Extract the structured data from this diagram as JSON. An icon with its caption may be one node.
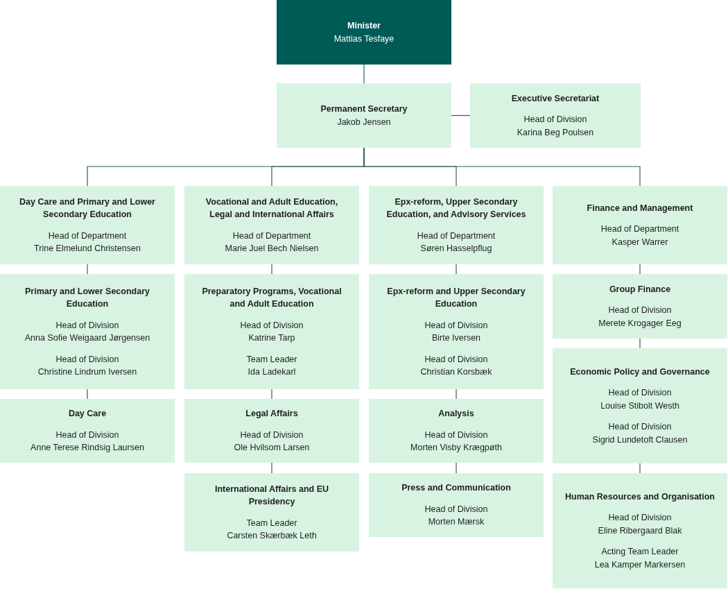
{
  "diagram": {
    "nodes": [
      {
        "text": [
          "Minister",
          "Mattias Tesfaye"
        ]
      },
      {
        "text": [
          "Permanent Secretary",
          "Jakob Jensen"
        ]
      },
      {
        "text": [
          "Executive Secretariat",
          "Head of Division",
          "Karina Beg Poulsen"
        ]
      },
      {
        "text": [
          "Day Care and Primary and Lower Secondary Education",
          "Head of Department",
          "Trine Elmelund Christensen"
        ]
      },
      {
        "text": [
          "Primary and Lower Secondary Education",
          "Head of Division",
          "Anna Sofie Weigaard Jørgensen",
          "Head of Division",
          "Christine Lindrum Iversen"
        ]
      },
      {
        "text": [
          "Day Care",
          "Head of Division",
          "Anne Terese Rindsig Laursen"
        ]
      },
      {
        "text": [
          "Vocational and Adult Education, Legal and International Affairs",
          "Head of Department",
          "Marie Juel Bech Nielsen"
        ]
      },
      {
        "text": [
          "Preparatory Programs, Vocational and Adult Education",
          "Head of Division",
          "Katrine Tarp",
          "Team Leader",
          "Ida Ladekarl"
        ]
      },
      {
        "text": [
          "Legal Affairs",
          "Head of Division",
          "Ole Hvilsom Larsen"
        ]
      },
      {
        "text": [
          "International Affairs and EU Presidency",
          "Team Leader",
          "Carsten Skærbæk Leth"
        ]
      },
      {
        "text": [
          "Epx-reform, Upper Secondary Education, and Advisory Services",
          "Head of Department",
          "Søren Hasselpflug"
        ]
      },
      {
        "text": [
          "Epx-reform and Upper Secondary Education",
          "Head of Division",
          "Birte Iversen",
          "Head of Division",
          "Christian Korsbæk"
        ]
      },
      {
        "text": [
          "Analysis",
          "Head of Division",
          "Morten Visby Krægpøth"
        ]
      },
      {
        "text": [
          "Press and Communication",
          "Head of Division",
          "Morten Mærsk"
        ]
      },
      {
        "text": [
          "Finance and Management",
          "Head of Department",
          "Kasper Warrer"
        ]
      },
      {
        "text": [
          "Group Finance",
          "Head of Division",
          "Merete Krogager Eeg"
        ]
      },
      {
        "text": [
          "Economic Policy and Governance",
          "Head of Division",
          "Louise Stibolt Westh",
          "Head of Division",
          "Sigrid Lundetoft Clausen"
        ]
      },
      {
        "text": [
          "Human Resources and Organisation",
          "Head of Division",
          "Eline Ribergaard Blak",
          "Acting Team Leader",
          "Lea Kamper Markersen"
        ]
      }
    ],
    "edges": [
      {
        "from": 0,
        "to": 1,
        "arrow": "none"
      },
      {
        "from": 1,
        "to": 2,
        "arrow": "none"
      },
      {
        "from": 1,
        "to": 3,
        "arrow": "none"
      },
      {
        "from": 1,
        "to": 6,
        "arrow": "none"
      },
      {
        "from": 1,
        "to": 10,
        "arrow": "none"
      },
      {
        "from": 1,
        "to": 14,
        "arrow": "none"
      },
      {
        "from": 3,
        "to": 4,
        "arrow": "none"
      },
      {
        "from": 4,
        "to": 5,
        "arrow": "none"
      },
      {
        "from": 6,
        "to": 7,
        "arrow": "none"
      },
      {
        "from": 7,
        "to": 8,
        "arrow": "none"
      },
      {
        "from": 8,
        "to": 9,
        "arrow": "none"
      },
      {
        "from": 10,
        "to": 11,
        "arrow": "none"
      },
      {
        "from": 11,
        "to": 12,
        "arrow": "none"
      },
      {
        "from": 12,
        "to": 13,
        "arrow": "none"
      },
      {
        "from": 14,
        "to": 15,
        "arrow": "none"
      },
      {
        "from": 15,
        "to": 16,
        "arrow": "none"
      },
      {
        "from": 16,
        "to": 17,
        "arrow": "none"
      }
    ]
  }
}
